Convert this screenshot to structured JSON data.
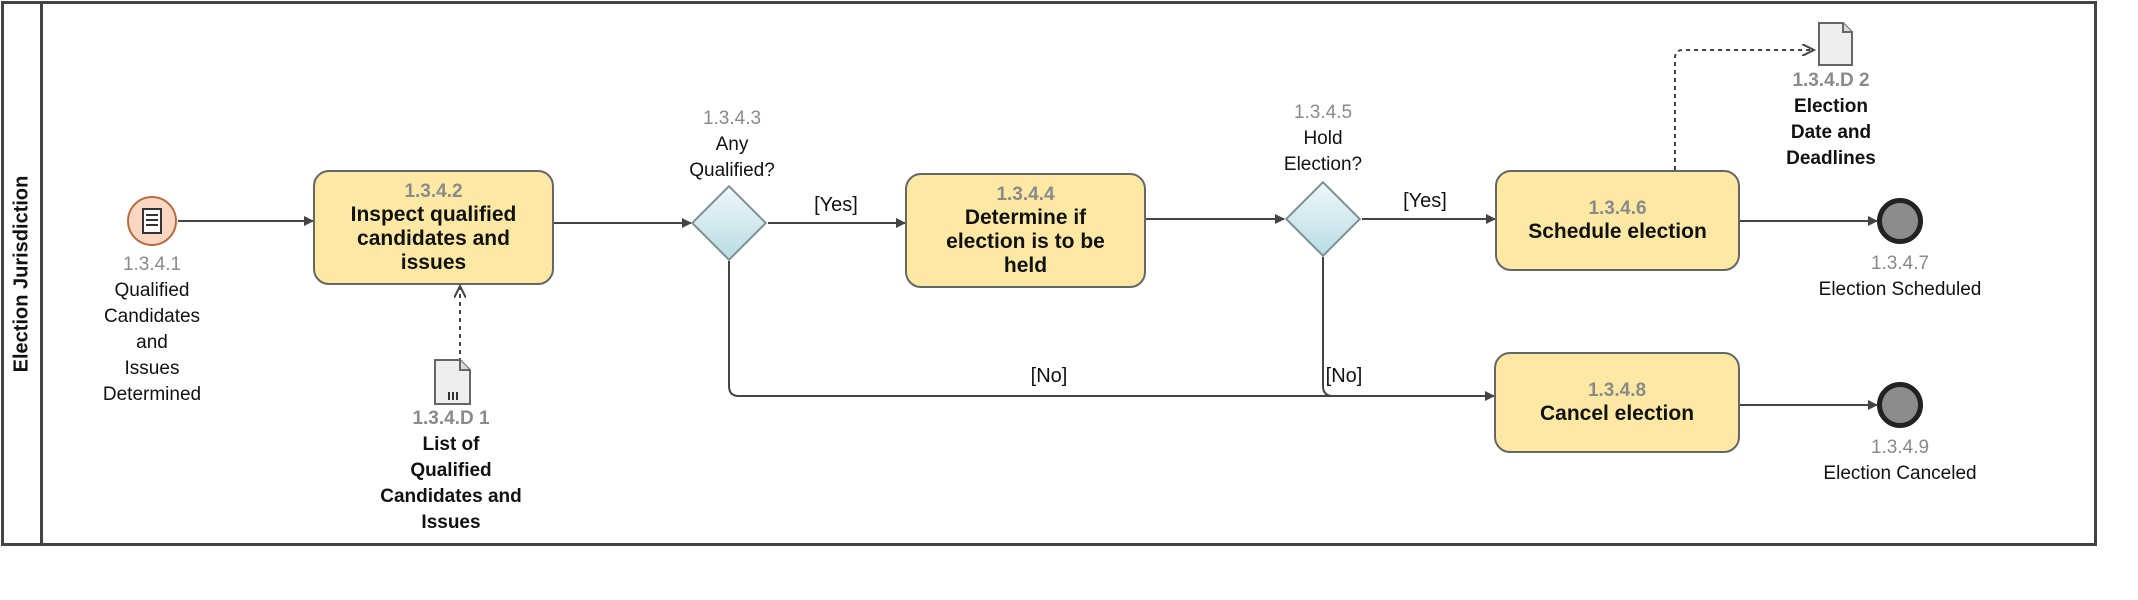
{
  "lane": {
    "title": "Election Jurisdiction"
  },
  "start_event": {
    "id": "1.3.4.1",
    "lines": [
      "Qualified",
      "Candidates",
      "and",
      "Issues",
      "Determined"
    ],
    "icon": "message-icon"
  },
  "tasks": [
    {
      "id": "1.3.4.2",
      "lines": [
        "Inspect qualified",
        "candidates and",
        "issues"
      ]
    },
    {
      "id": "1.3.4.4",
      "lines": [
        "Determine if",
        "election is to be",
        "held"
      ]
    },
    {
      "id": "1.3.4.6",
      "lines": [
        "Schedule election"
      ]
    },
    {
      "id": "1.3.4.8",
      "lines": [
        "Cancel election"
      ]
    }
  ],
  "gateways": [
    {
      "id": "1.3.4.3",
      "lines": [
        "Any",
        "Qualified?"
      ]
    },
    {
      "id": "1.3.4.5",
      "lines": [
        "Hold",
        "Election?"
      ]
    }
  ],
  "end_events": [
    {
      "id": "1.3.4.7",
      "label": "Election Scheduled"
    },
    {
      "id": "1.3.4.9",
      "label": "Election Canceled"
    }
  ],
  "documents": [
    {
      "id": "1.3.4.D 1",
      "lines": [
        "List of",
        "Qualified",
        "Candidates and",
        "Issues"
      ]
    },
    {
      "id": "1.3.4.D 2",
      "lines": [
        "Election",
        "Date and",
        "Deadlines"
      ]
    }
  ],
  "flow_labels": {
    "yes1": "[Yes]",
    "yes2": "[Yes]",
    "no1": "[No]",
    "no2": "[No]"
  },
  "colors": {
    "task_fill": "#fde9a3",
    "gateway_fill": "#cde8ec",
    "start_fill": "#fbd7c1",
    "end_fill": "#8c8c8c"
  }
}
